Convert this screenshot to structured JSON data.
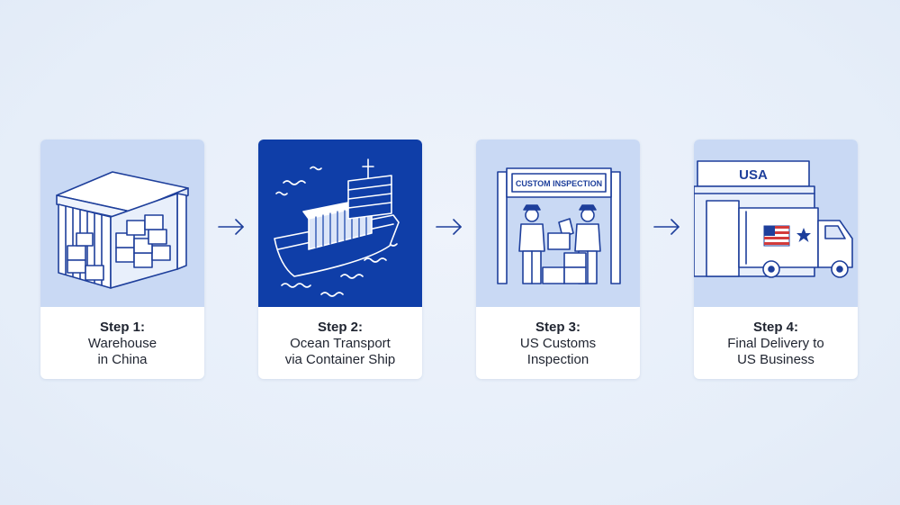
{
  "steps": [
    {
      "title": "Step 1:",
      "line1": "Warehouse",
      "line2": "in China",
      "icon": "warehouse-icon"
    },
    {
      "title": "Step 2:",
      "line1": "Ocean Transport",
      "line2": "via Container Ship",
      "icon": "container-ship-icon"
    },
    {
      "title": "Step 3:",
      "line1": "US Customs",
      "line2": "Inspection",
      "icon": "customs-inspection-icon",
      "sign_text": "CUSTOM INSPECTION"
    },
    {
      "title": "Step 4:",
      "line1": "Final Delivery to",
      "line2": "US Business",
      "icon": "delivery-truck-icon",
      "sign_text": "USA"
    }
  ],
  "colors": {
    "accent": "#1e3f9b",
    "active_panel": "#0f3ea8",
    "panel": "#c9d9f4",
    "background": "#e9f0f9"
  }
}
